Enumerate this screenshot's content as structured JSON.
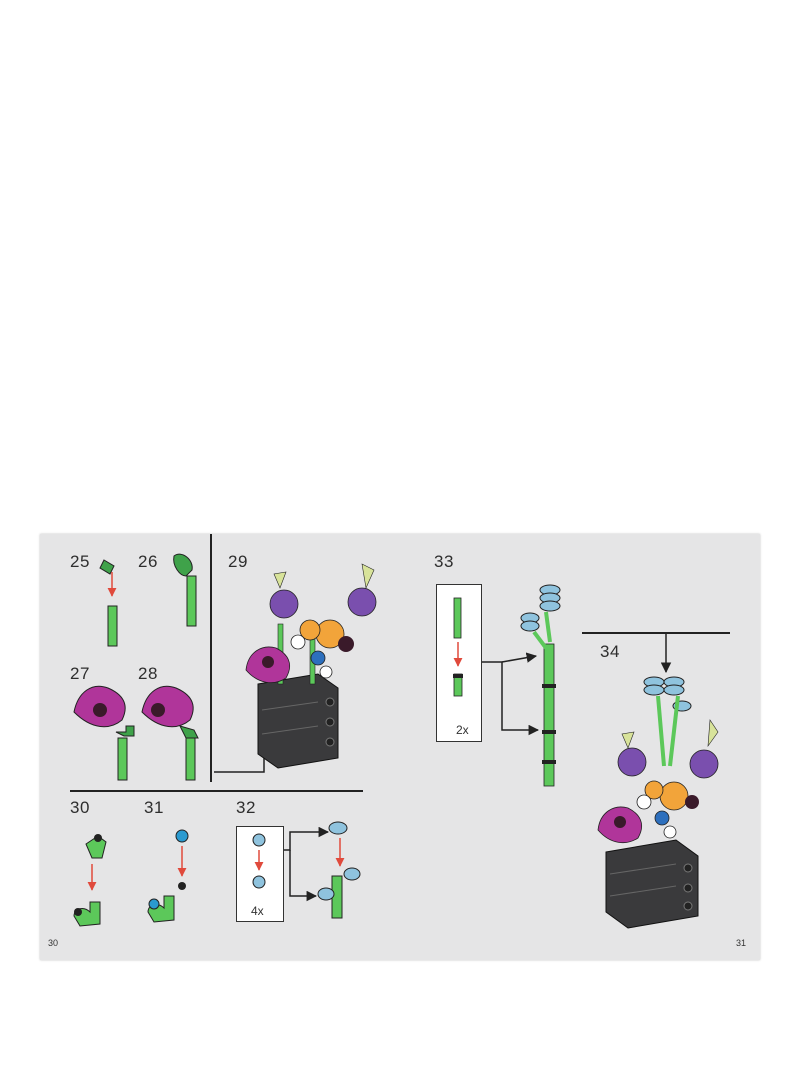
{
  "steps": [
    {
      "number": "25"
    },
    {
      "number": "26"
    },
    {
      "number": "27"
    },
    {
      "number": "28"
    },
    {
      "number": "29"
    },
    {
      "number": "30"
    },
    {
      "number": "31"
    },
    {
      "number": "32",
      "quantity": "4x"
    },
    {
      "number": "33",
      "quantity": "2x"
    },
    {
      "number": "34"
    }
  ],
  "page_numbers": {
    "left": "30",
    "right": "31"
  },
  "colors": {
    "background": "#e5e5e6",
    "stem_green": "#5cc85a",
    "dark_green": "#2f8a3a",
    "purple_flower": "#b0359a",
    "violet_flower": "#7a4fae",
    "blue_piece": "#8fc3de",
    "orange_flower": "#f2a43a",
    "yellow_petal": "#d8e39a",
    "vase_black": "#3a3a3c",
    "arrow_red": "#e04a3c"
  }
}
